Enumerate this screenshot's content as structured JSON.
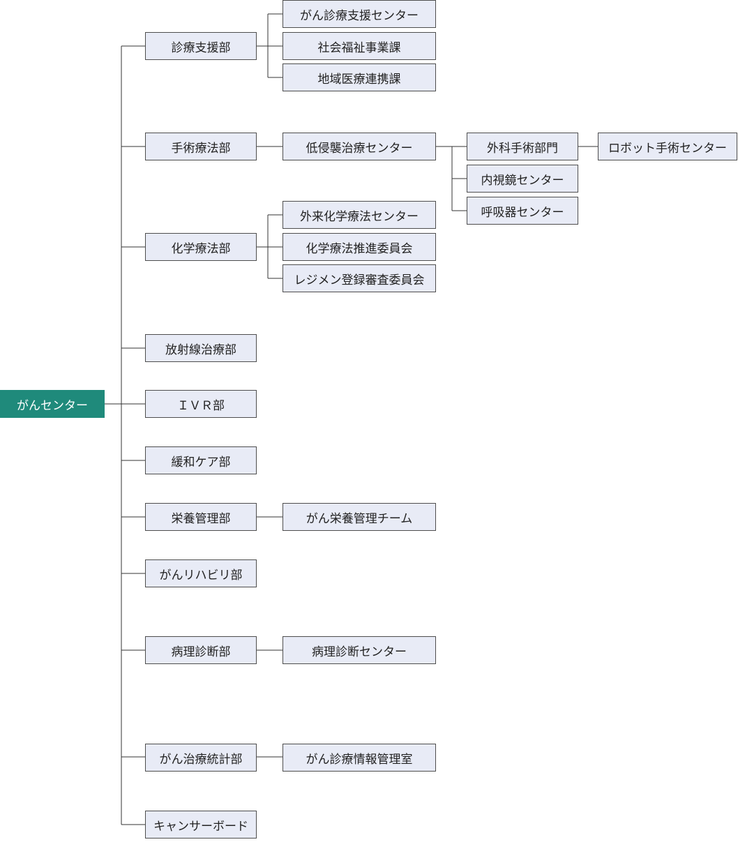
{
  "org_chart": {
    "root": "がんセンター",
    "departments": [
      {
        "id": "shinryo_shien",
        "label": "診療支援部",
        "children": [
          "がん診療支援センター",
          "社会福祉事業課",
          "地域医療連携課"
        ]
      },
      {
        "id": "shujutsu",
        "label": "手術療法部",
        "children": [
          "低侵襲治療センター"
        ],
        "sub": {
          "label": "低侵襲治療センター",
          "units": [
            "外科手術部門",
            "内視鏡センター",
            "呼吸器センター"
          ],
          "unit_child": "ロボット手術センター"
        }
      },
      {
        "id": "kagaku",
        "label": "化学療法部",
        "children": [
          "外来化学療法センター",
          "化学療法推進委員会",
          "レジメン登録審査委員会"
        ]
      },
      {
        "id": "hoshasen",
        "label": "放射線治療部",
        "children": []
      },
      {
        "id": "ivr",
        "label": "ＩＶＲ部",
        "children": []
      },
      {
        "id": "kanwa",
        "label": "緩和ケア部",
        "children": []
      },
      {
        "id": "eiyo",
        "label": "栄養管理部",
        "children": [
          "がん栄養管理チーム"
        ]
      },
      {
        "id": "rihabiri",
        "label": "がんリハビリ部",
        "children": []
      },
      {
        "id": "byori",
        "label": "病理診断部",
        "children": [
          "病理診断センター"
        ]
      },
      {
        "id": "tokei",
        "label": "がん治療統計部",
        "children": [
          "がん診療情報管理室"
        ]
      },
      {
        "id": "cancer_board",
        "label": "キャンサーボード",
        "children": []
      }
    ]
  }
}
